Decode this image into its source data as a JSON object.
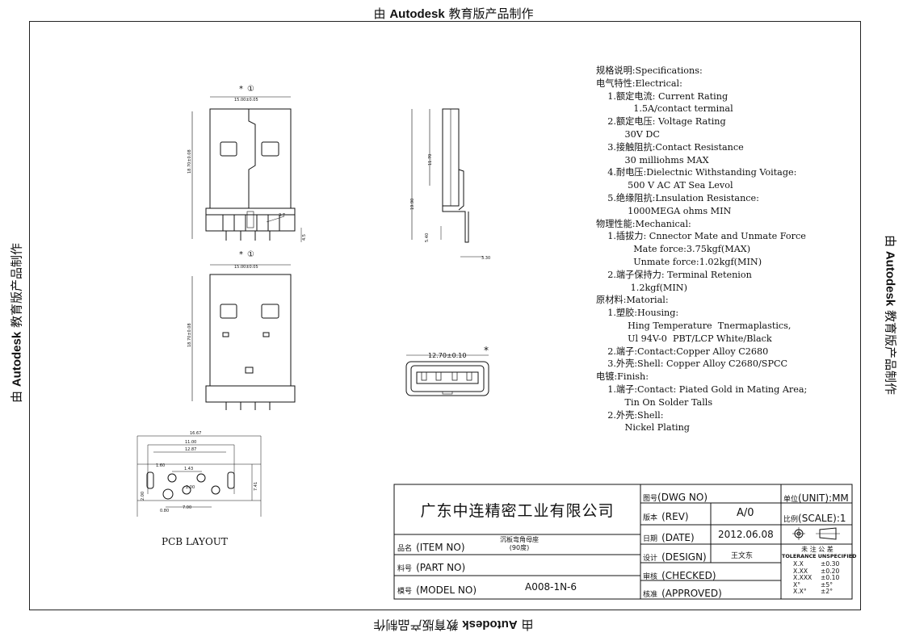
{
  "watermark": {
    "prefix": "由 ",
    "brand": "Autodesk",
    "suffix": " 教育版产品制作"
  },
  "drawing": {
    "asterisk": "*",
    "circle_mark": "①",
    "top_width_dim": "15.00±0.05",
    "top_height_dim": "18.70±0.08",
    "front_width_dim": "15.00±0.05",
    "front_height_dim": "18.70±0.08",
    "pin_angle_dim": "3.7",
    "pin_dim": "4.5",
    "side_height_dim": "11.70",
    "side_total_dim": "19.90",
    "side_offset_dim": "3.30",
    "side_small_dim": "5.40",
    "end_width_dim": "12.70±0.10",
    "pcb_dims": {
      "total": "16.67",
      "d1": "11.00",
      "d2": "12.87",
      "d3": "1.43",
      "d4": "2.00",
      "d5": "7.00",
      "height": "7.41",
      "small1": "2.00",
      "small2": "1.60",
      "small3": "0.80"
    },
    "pcb_layout_label": "PCB LAYOUT"
  },
  "specs": [
    "规格说明:Specifications:",
    "电气特性:Electrical:",
    "    1.额定电流: Current Rating",
    "             1.5A/contact terminal",
    "    2.额定电压: Voltage Rating",
    "          30V DC",
    "    3.接触阻抗:Contact Resistance",
    "          30 milliohms MAX",
    "    4.耐电压:Dielectnic Withstanding Voitage:",
    "           500 V AC AT Sea Levol",
    "    5.绝缘阻抗:Lnsulation Resistance:",
    "           1000MEGA ohms MIN",
    "物理性能:Mechanical:",
    "    1.插拔力: Cnnector Mate and Unmate Force",
    "             Mate force:3.75kgf(MAX)",
    "             Unmate force:1.02kgf(MIN)",
    "    2.端子保持力: Terminal Retenion",
    "            1.2kgf(MIN)",
    "原材料:Matorial:",
    "    1.塑胶:Housing:",
    "           Hing Temperature  Tnermaplastics,",
    "           Ul 94V-0  PBT/LCP White/Black",
    "    2.端子:Contact:Copper Alloy C2680",
    "    3.外壳:Shell: Copper Alloy C2680/SPCC",
    "电镀:Finish:",
    "    1.端子:Contact: Piated Gold in Mating Area;",
    "          Tin On Solder Talls",
    "    2.外壳:Shell:",
    "          Nickel Plating"
  ],
  "title_block": {
    "company": "广东中连精密工业有限公司",
    "item_no_cn": "品名",
    "item_no_en": "(ITEM NO)",
    "item_value_line1": "沉板弯角母座",
    "item_value_line2": "(90度)",
    "part_no_cn": "料号",
    "part_no_en": "(PART NO)",
    "model_no_cn": "模号",
    "model_no_en": "(MODEL NO)",
    "model_value": "A008-1N-6",
    "dwg_no_cn": "图号",
    "dwg_no_en": "(DWG NO)",
    "rev_cn": "版本",
    "rev_en": "(REV)",
    "rev_value": "A/0",
    "date_cn": "日期",
    "date_en": "(DATE)",
    "date_value": "2012.06.08",
    "design_cn": "设计",
    "design_en": "(DESIGN)",
    "design_value": "王文东",
    "checked_cn": "审核",
    "checked_en": "(CHECKED)",
    "approved_cn": "核准",
    "approved_en": "(APPROVED)",
    "unit_cn": "单位",
    "unit_en": "(UNIT):",
    "unit_value": "MM",
    "scale_cn": "比例",
    "scale_en": "(SCALE):",
    "scale_value": "1",
    "tolerance_cn": "未 注 公 差",
    "tolerance_en": "TOLERANCE UNSPECIFIED",
    "tolerances": [
      {
        "fmt": "X.X",
        "val": "±0.30"
      },
      {
        "fmt": "X.XX",
        "val": "±0.20"
      },
      {
        "fmt": "X.XXX",
        "val": "±0.10"
      },
      {
        "fmt": "X°",
        "val": "±5°"
      },
      {
        "fmt": "X.X°",
        "val": "±2°"
      }
    ]
  }
}
